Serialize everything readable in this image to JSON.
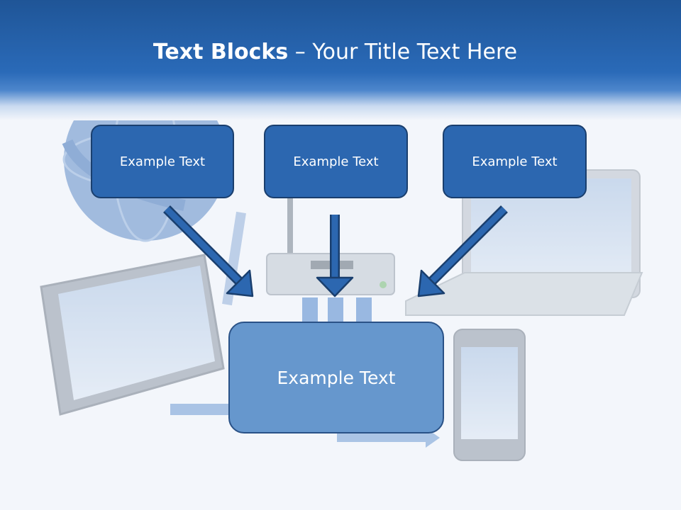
{
  "title": {
    "bold": "Text Blocks",
    "dash": " – ",
    "rest": "Your Title Text Here"
  },
  "boxes": {
    "left": "Example Text",
    "middle": "Example Text",
    "right": "Example Text",
    "center": "Example Text"
  },
  "colors": {
    "header": "#2a6ab8",
    "box": "#2c67b0",
    "box_border": "#1a3f6e",
    "center_box": "#6697cd",
    "arrow": "#2c67b0"
  },
  "icons": [
    "globe-icon",
    "router-icon",
    "laptop-icon",
    "tablet-icon",
    "smartphone-icon"
  ]
}
